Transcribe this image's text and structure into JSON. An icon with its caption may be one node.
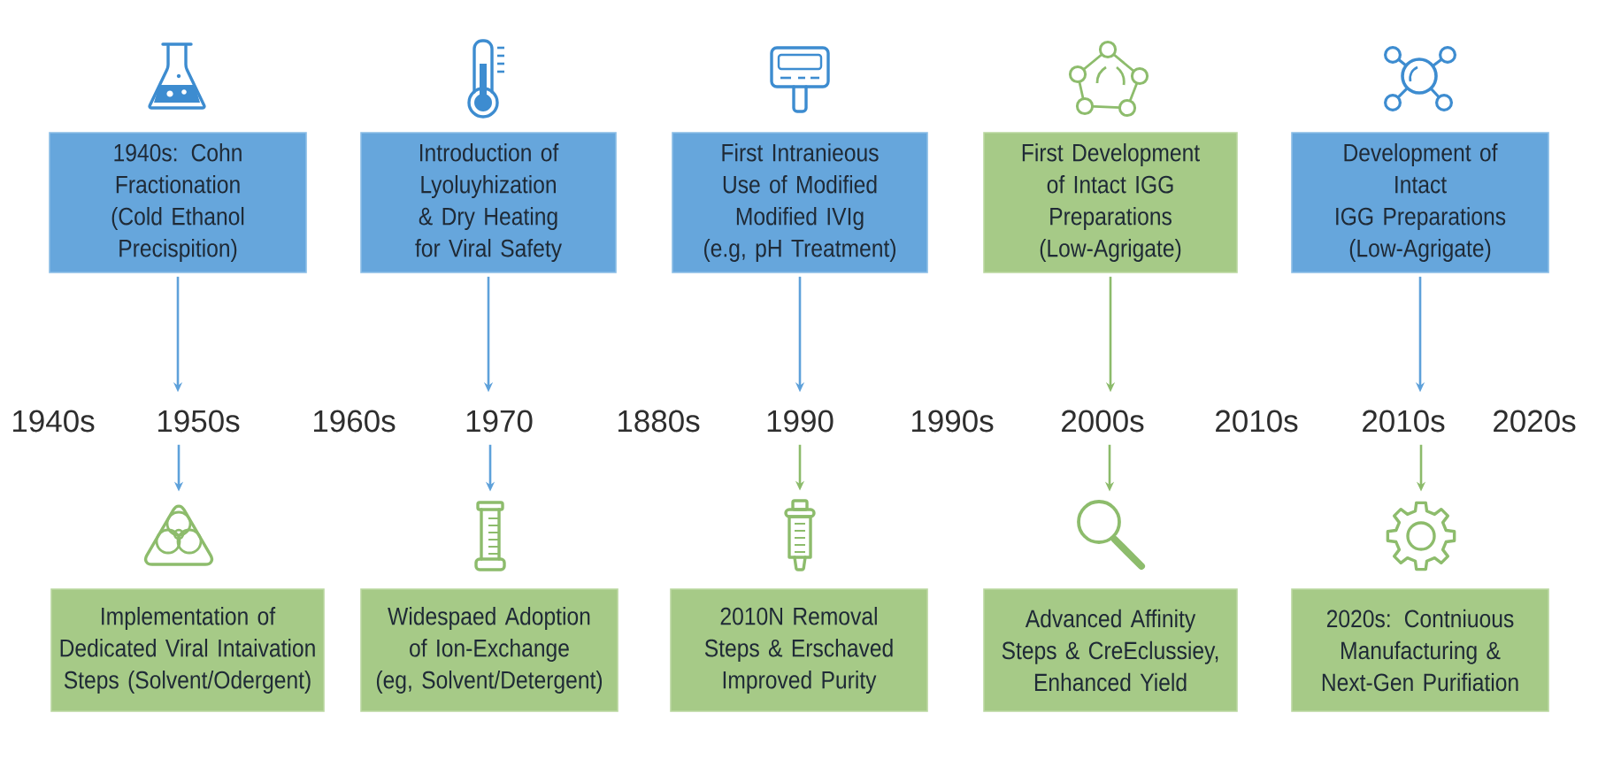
{
  "diagram": {
    "nodes": [
      {
        "text": [
          "1940s: Cohn Fractionation (Cold Ethanol Precispition)"
        ]
      },
      {
        "text": [
          "Introduction of Lyoluyhization & Dry Heating for Viral Safety"
        ]
      },
      {
        "text": [
          "First Intranieous Use of Modified Modified IVIg (e.g, pH Treatment)"
        ]
      },
      {
        "text": [
          "First Development of Intact IGG Preparations (Low-Agrigate)"
        ]
      },
      {
        "text": [
          "Development of Intact IGG Preparations (Low-Agrigate)"
        ]
      },
      {
        "text": [
          "1950s"
        ]
      },
      {
        "text": [
          "1970"
        ]
      },
      {
        "text": [
          "1990"
        ]
      },
      {
        "text": [
          "2000s"
        ]
      },
      {
        "text": [
          "2010s"
        ]
      },
      {
        "text": [],
        "shape": "picture"
      },
      {
        "text": [],
        "shape": "picture"
      },
      {
        "text": [],
        "shape": "picture"
      },
      {
        "text": [],
        "shape": "picture"
      },
      {
        "text": [],
        "shape": "picture"
      },
      {
        "text": [
          "Implementation of Dedicated Viral Intaivation Steps (Solvent/Odergent)"
        ]
      },
      {
        "text": [
          "Widespaed Adoption of Ion-Exchange (eg, Solvent/Detergent)"
        ]
      },
      {
        "text": [
          "2010N Removal Steps & Erschaved Improved Purity"
        ]
      },
      {
        "text": [
          "Advanced Affinity Steps & CreEclussiey, Enhanced Yield"
        ]
      },
      {
        "text": [
          "2020s: Contniuous Manufacturing & Next-Gen Purifiation"
        ]
      }
    ],
    "edges": [
      {
        "from": 0,
        "to": 5,
        "arrow": "to"
      },
      {
        "from": 1,
        "to": 6,
        "arrow": "to"
      },
      {
        "from": 2,
        "to": 7,
        "arrow": "to"
      },
      {
        "from": 3,
        "to": 8,
        "arrow": "to",
        "color": "#8cbb6b"
      },
      {
        "from": 4,
        "to": 9,
        "arrow": "to"
      },
      {
        "from": 5,
        "to": 10,
        "arrow": "to"
      },
      {
        "from": 6,
        "to": 11,
        "arrow": "to"
      },
      {
        "from": 7,
        "to": 12,
        "arrow": "to",
        "color": "#8cbb6b"
      },
      {
        "from": 8,
        "to": 13,
        "arrow": "to",
        "color": "#8cbb6b"
      },
      {
        "from": 9,
        "to": 14,
        "arrow": "to",
        "color": "#8cbb6b"
      }
    ],
    "labels": [
      "1940s",
      "1960s",
      "1880s",
      "1990s",
      "2010s",
      "2020s"
    ]
  }
}
